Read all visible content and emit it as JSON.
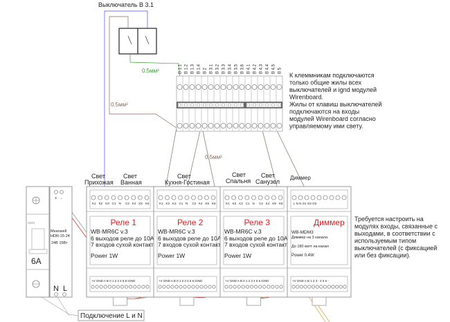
{
  "switch": {
    "title": "Выключатель В 3.1"
  },
  "wire_labels": {
    "green": "0.5мм²",
    "brown": "0.5мм²",
    "middle": "0.5мм²"
  },
  "terminal_block": {
    "labels": [
      "В 1.1",
      "В 1.2",
      "В 1.3",
      "В 1.4",
      "В 2",
      "В 3.1",
      "В 3.2",
      "В 3.3",
      "В 3.4",
      "В 3.5",
      "В 3.6",
      "В 4.1",
      "В 4.2",
      "В 4.3",
      "В 4.4",
      "В 4.5",
      "В 5"
    ]
  },
  "note_top": [
    "К клеммникам подключаются",
    "только общие жилы всех",
    "выключателей и ignd модулей",
    "Wirenboard.",
    "Жилы от клавиш выключателей",
    "подключаются на входы",
    "модулей Wirenboard согласно",
    "управляемому ими свету."
  ],
  "note_right": [
    "Требуется настроить на",
    "модулях входы, связанные с",
    "выходами, в соответствии с",
    "используемым типом",
    "выключателей (с фиксацией",
    "или без фиксации)."
  ],
  "light_labels": [
    {
      "l1": "Свет",
      "l2": "Прихожая"
    },
    {
      "l1": "Свет",
      "l2": "Ванная"
    },
    {
      "l1": "Свет",
      "l2": "Кухня-Гостиная"
    },
    {
      "l1": "Свет",
      "l2": "Спальня"
    },
    {
      "l1": "Свет",
      "l2": "Санузел"
    },
    {
      "l1": "",
      "l2": "Диммер"
    }
  ],
  "relay_top_terminals": [
    "K1",
    "K2",
    "K3",
    "C1",
    "N",
    "C2",
    "K4",
    "K5",
    "K6"
  ],
  "relay_bottom_terminals": "+V GND A B   0   1   2   3   4   5   6  iGND",
  "dimmer_top_terminals": "L   N   N   O1        O2        O3",
  "dimmer_bottom_terminals": "+V GND A B  1  2  3  -   4  5  6  -",
  "modules": [
    {
      "name": "Реле 1",
      "model": "WB-MR6C v.3",
      "line1": "6 выходов реле до 10А",
      "line2": "7 входов сухой контакт",
      "power": "Power 1W"
    },
    {
      "name": "Реле 2",
      "model": "WB-MR6C v.3",
      "line1": "6 выходов реле до 10А",
      "line2": "7 входов сухой контакт",
      "power": "Power 1W"
    },
    {
      "name": "Реле 3",
      "model": "WB-MR6C v.3",
      "line1": "6 выходов реле до 10А",
      "line2": "7 входов сухой контакт",
      "power": "Power 1W"
    },
    {
      "name": "Диммер",
      "model": "WB-MDM3",
      "line1": "Диммер на 3 канала",
      "line2": "До 180 ватт на канал",
      "power": "Power 0.4W"
    }
  ],
  "breaker": {
    "model": "S201",
    "rating": "6A"
  },
  "psu": {
    "brand": "Meanwell",
    "model": "HDR-15-24",
    "spec": "24В 15Вт",
    "plus": "+",
    "minus": "-",
    "n": "N",
    "l": "L"
  },
  "connection_label": "Подключение L и N",
  "colors": {
    "phase_wire": "#e02020",
    "switch_wire": "#4a4aff",
    "common_wire": "#8b6a5a",
    "green_wire": "#3a9a3a",
    "bus_wire": "#d9a040",
    "module_title": "#e02020"
  }
}
